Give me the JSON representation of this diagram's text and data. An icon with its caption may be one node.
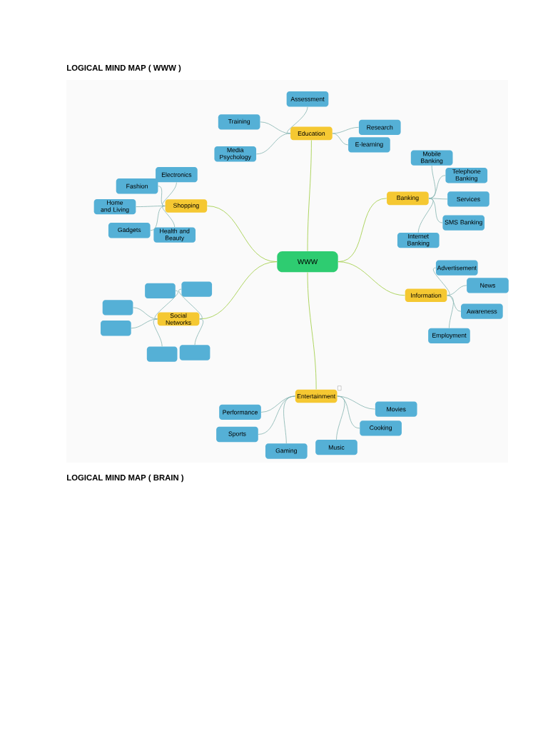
{
  "diagram": {
    "title": "LOGICAL MIND MAP ( WWW )",
    "nodes": [
      {
        "text": [
          "WWW"
        ]
      },
      {
        "text": [
          "Education"
        ]
      },
      {
        "text": [
          "Assessment"
        ]
      },
      {
        "text": [
          "Training"
        ]
      },
      {
        "text": [
          "Media Psychology"
        ]
      },
      {
        "text": [
          "Research"
        ]
      },
      {
        "text": [
          "E-learning"
        ]
      },
      {
        "text": [
          "Shopping"
        ]
      },
      {
        "text": [
          "Electronics"
        ]
      },
      {
        "text": [
          "Fashion"
        ]
      },
      {
        "text": [
          "Home and Living"
        ]
      },
      {
        "text": [
          "Gadgets"
        ]
      },
      {
        "text": [
          "Health and Beauty"
        ]
      },
      {
        "text": [
          "Banking"
        ]
      },
      {
        "text": [
          "Mobile Banking"
        ]
      },
      {
        "text": [
          "Telephone Banking"
        ]
      },
      {
        "text": [
          "Services"
        ]
      },
      {
        "text": [
          "SMS Banking"
        ]
      },
      {
        "text": [
          "Internet Banking"
        ]
      },
      {
        "text": [
          "Information"
        ]
      },
      {
        "text": [
          "Advertisement"
        ]
      },
      {
        "text": [
          "News"
        ]
      },
      {
        "text": [
          "Awareness"
        ]
      },
      {
        "text": [
          "Employment"
        ]
      },
      {
        "text": [
          "Social Networks"
        ]
      },
      {
        "text": [],
        "shape": "box"
      },
      {
        "text": [],
        "shape": "box"
      },
      {
        "text": [],
        "shape": "box"
      },
      {
        "text": [],
        "shape": "box"
      },
      {
        "text": [],
        "shape": "box"
      },
      {
        "text": [],
        "shape": "box"
      },
      {
        "text": [
          "Entertainment"
        ]
      },
      {
        "text": [
          "Movies"
        ]
      },
      {
        "text": [
          "Cooking"
        ]
      },
      {
        "text": [
          "Music"
        ]
      },
      {
        "text": [
          "Gaming"
        ]
      },
      {
        "text": [
          "Sports"
        ]
      },
      {
        "text": [
          "Performance"
        ]
      }
    ],
    "edges": [
      {
        "from": 0,
        "to": 1,
        "arrow": "none",
        "color": "#9ccc3c"
      },
      {
        "from": 0,
        "to": 7,
        "arrow": "none",
        "color": "#9ccc3c"
      },
      {
        "from": 0,
        "to": 13,
        "arrow": "none",
        "color": "#9ccc3c"
      },
      {
        "from": 0,
        "to": 19,
        "arrow": "none",
        "color": "#9ccc3c"
      },
      {
        "from": 0,
        "to": 24,
        "arrow": "none",
        "color": "#9ccc3c"
      },
      {
        "from": 0,
        "to": 31,
        "arrow": "none",
        "color": "#9ccc3c"
      },
      {
        "from": 1,
        "to": 2,
        "arrow": "none"
      },
      {
        "from": 1,
        "to": 3,
        "arrow": "none"
      },
      {
        "from": 1,
        "to": 4,
        "arrow": "none"
      },
      {
        "from": 1,
        "to": 5,
        "arrow": "none"
      },
      {
        "from": 1,
        "to": 6,
        "arrow": "none"
      },
      {
        "from": 7,
        "to": 8,
        "arrow": "none"
      },
      {
        "from": 7,
        "to": 9,
        "arrow": "none"
      },
      {
        "from": 7,
        "to": 10,
        "arrow": "none"
      },
      {
        "from": 7,
        "to": 11,
        "arrow": "none"
      },
      {
        "from": 7,
        "to": 12,
        "arrow": "none"
      },
      {
        "from": 13,
        "to": 14,
        "arrow": "none"
      },
      {
        "from": 13,
        "to": 15,
        "arrow": "none"
      },
      {
        "from": 13,
        "to": 16,
        "arrow": "none"
      },
      {
        "from": 13,
        "to": 17,
        "arrow": "none"
      },
      {
        "from": 13,
        "to": 18,
        "arrow": "none"
      },
      {
        "from": 19,
        "to": 20,
        "arrow": "none"
      },
      {
        "from": 19,
        "to": 21,
        "arrow": "none"
      },
      {
        "from": 19,
        "to": 22,
        "arrow": "none"
      },
      {
        "from": 19,
        "to": 23,
        "arrow": "none"
      },
      {
        "from": 24,
        "to": 25,
        "arrow": "none"
      },
      {
        "from": 24,
        "to": 26,
        "arrow": "none"
      },
      {
        "from": 24,
        "to": 27,
        "arrow": "none"
      },
      {
        "from": 24,
        "to": 28,
        "arrow": "none"
      },
      {
        "from": 24,
        "to": 29,
        "arrow": "none"
      },
      {
        "from": 24,
        "to": 30,
        "arrow": "none"
      },
      {
        "from": 31,
        "to": 32,
        "arrow": "none"
      },
      {
        "from": 31,
        "to": 33,
        "arrow": "none"
      },
      {
        "from": 31,
        "to": 34,
        "arrow": "none"
      },
      {
        "from": 31,
        "to": 35,
        "arrow": "none"
      },
      {
        "from": 31,
        "to": 36,
        "arrow": "none"
      },
      {
        "from": 31,
        "to": 37,
        "arrow": "none"
      }
    ],
    "labels": [
      "LOGICAL MIND MAP ( BRAIN )"
    ]
  }
}
